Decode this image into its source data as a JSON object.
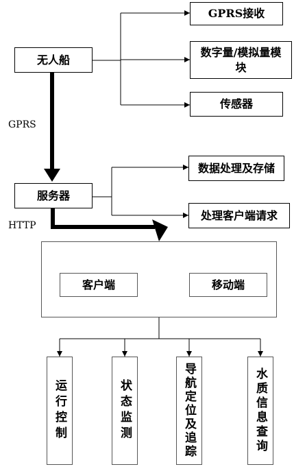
{
  "nodes": {
    "boat": "无人船",
    "gprs_receive": "GPRS接收",
    "digital_analog": "数字量/模拟量模块",
    "sensor": "传感器",
    "server": "服务器",
    "data_processing": "数据处理及存储",
    "handle_client": "处理客户端请求",
    "client": "客户端",
    "mobile": "移动端",
    "run_control": "运行控制",
    "status_monitor": "状态监测",
    "navigation": "导航定位及追踪",
    "water_quality": "水质信息查询"
  },
  "edge_labels": {
    "boat_to_server": "GPRS",
    "server_to_clients": "HTTP"
  }
}
